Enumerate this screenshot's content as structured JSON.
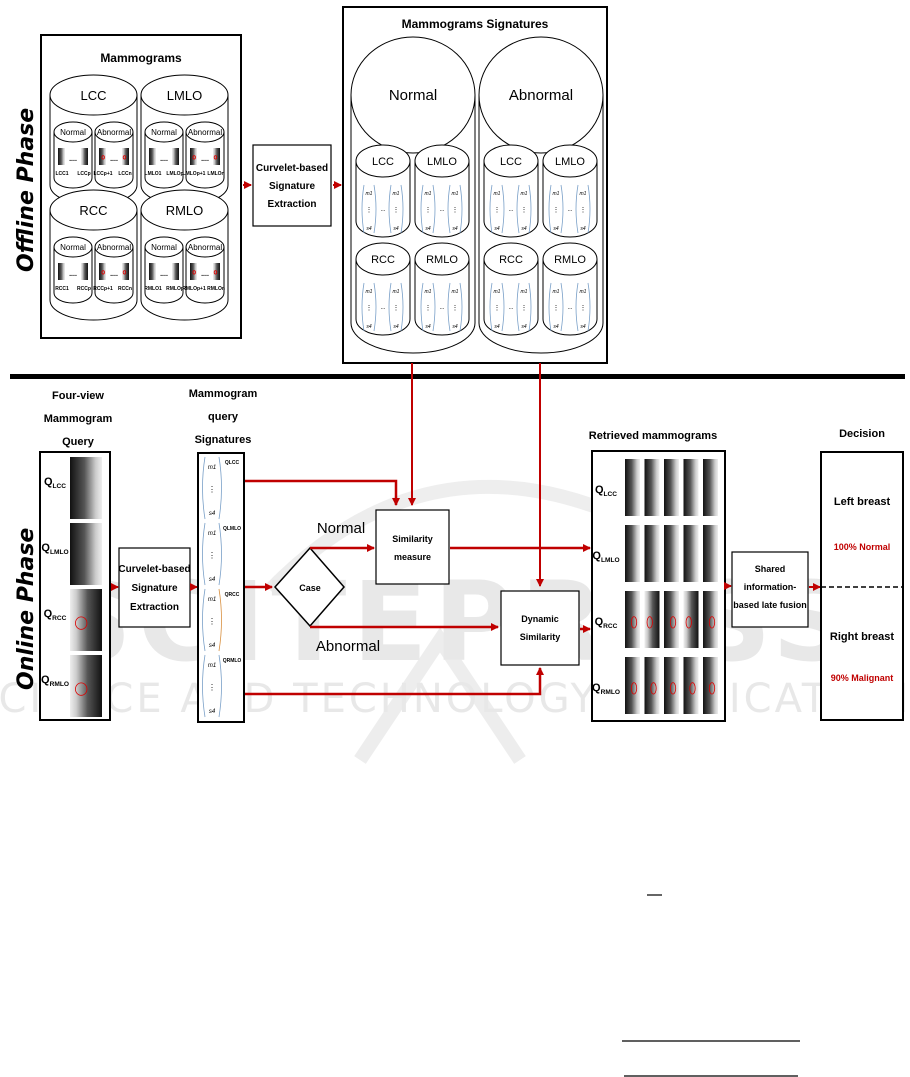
{
  "phases": {
    "offline": "Offline Phase",
    "online": "Online Phase"
  },
  "watermark": {
    "main": "SCITEPRESS",
    "sub": "SCIENCE AND TECHNOLOGY PUBLICATIONS"
  },
  "offline": {
    "mammograms_title": "Mammograms",
    "views": [
      {
        "name": "LCC",
        "normal": "Normal",
        "abnormal": "Abnormal",
        "normal_first": "LCC1",
        "normal_last": "LCCp",
        "abnormal_first": "LCCp+1",
        "abnormal_last": "LCCn"
      },
      {
        "name": "LMLO",
        "normal": "Normal",
        "abnormal": "Abnormal",
        "normal_first": "LMLO1",
        "normal_last": "LMLOp",
        "abnormal_first": "LMLOp+1",
        "abnormal_last": "LMLOn"
      },
      {
        "name": "RCC",
        "normal": "Normal",
        "abnormal": "Abnormal",
        "normal_first": "RCC1",
        "normal_last": "RCCp",
        "abnormal_first": "RCCp+1",
        "abnormal_last": "RCCn"
      },
      {
        "name": "RMLO",
        "normal": "Normal",
        "abnormal": "Abnormal",
        "normal_first": "RMLO1",
        "normal_last": "RMLOp",
        "abnormal_first": "RMLOp+1",
        "abnormal_last": "RMLOn"
      }
    ],
    "ellipsis": "....",
    "extraction_box": [
      "Curvelet-based",
      "Signature",
      "Extraction"
    ],
    "signatures_title": "Mammograms Signatures",
    "classes": [
      {
        "name": "Normal",
        "views": [
          "LCC",
          "LMLO",
          "RCC",
          "RMLO"
        ]
      },
      {
        "name": "Abnormal",
        "views": [
          "LCC",
          "LMLO",
          "RCC",
          "RMLO"
        ]
      }
    ],
    "vector_top": "m1",
    "vector_bottom": "s4",
    "vector_dots": "⋮",
    "vector_between": "..."
  },
  "online": {
    "query_title": [
      "Four-view",
      "Mammogram",
      "Query"
    ],
    "query_views": [
      {
        "q": "Q",
        "sub": "LCC"
      },
      {
        "q": "Q",
        "sub": "LMLO"
      },
      {
        "q": "Q",
        "sub": "RCC"
      },
      {
        "q": "Q",
        "sub": "RMLO"
      }
    ],
    "extraction_box": [
      "Curvelet-based",
      "Signature",
      "Extraction"
    ],
    "signatures_title": [
      "Mammogram",
      "query",
      "Signatures"
    ],
    "signature_vectors": [
      {
        "top": "m1",
        "bottom": "s4",
        "label": "QLCC"
      },
      {
        "top": "m1",
        "bottom": "s4",
        "label": "QLMLO"
      },
      {
        "top": "m1",
        "bottom": "s4",
        "label": "QRCC"
      },
      {
        "top": "m1",
        "bottom": "s4",
        "label": "QRMLO"
      }
    ],
    "case_label": "Case",
    "normal_branch": "Normal",
    "abnormal_branch": "Abnormal",
    "similarity_box": [
      "Similarity",
      "measure"
    ],
    "dynamic_box": [
      "Dynamic",
      "Similarity"
    ],
    "retrieved_title": "Retrieved mammograms",
    "retrieved_rows": [
      {
        "q": "Q",
        "sub": "LCC",
        "count": 5
      },
      {
        "q": "Q",
        "sub": "LMLO",
        "count": 5
      },
      {
        "q": "Q",
        "sub": "RCC",
        "count": 5
      },
      {
        "q": "Q",
        "sub": "RMLO",
        "count": 5
      }
    ],
    "fusion_box": [
      "Shared",
      "information-",
      "based late fusion"
    ],
    "decision_title": "Decision",
    "decision": {
      "left_label": "Left breast",
      "left_result": "100% Normal",
      "right_label": "Right breast",
      "right_result": "90% Malignant"
    }
  },
  "colors": {
    "arrow": "#c00000",
    "result_text": "#c00000",
    "line": "#000000"
  }
}
